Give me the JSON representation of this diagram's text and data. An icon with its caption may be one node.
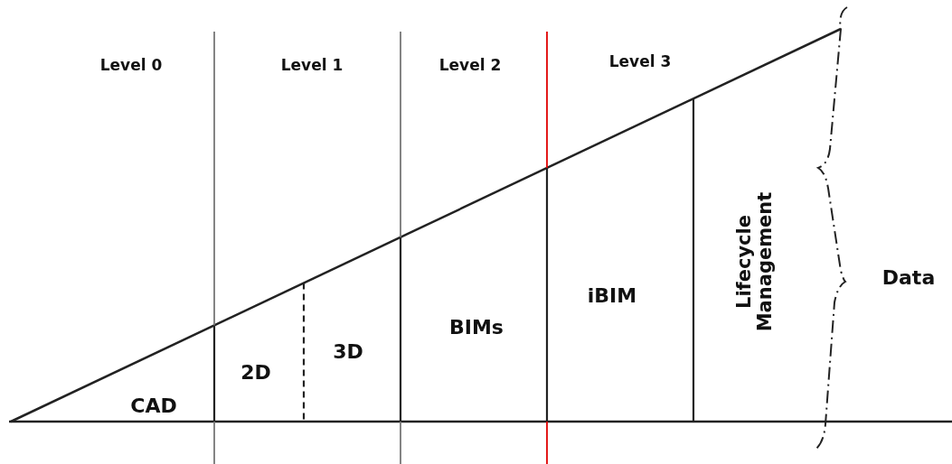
{
  "diagram": {
    "labels": [
      "Level 0",
      "Level 1",
      "Level 2",
      "Level 3",
      "CAD",
      "2D",
      "3D",
      "BIMs",
      "iBIM",
      "Lifecycle Management",
      "Data"
    ]
  }
}
